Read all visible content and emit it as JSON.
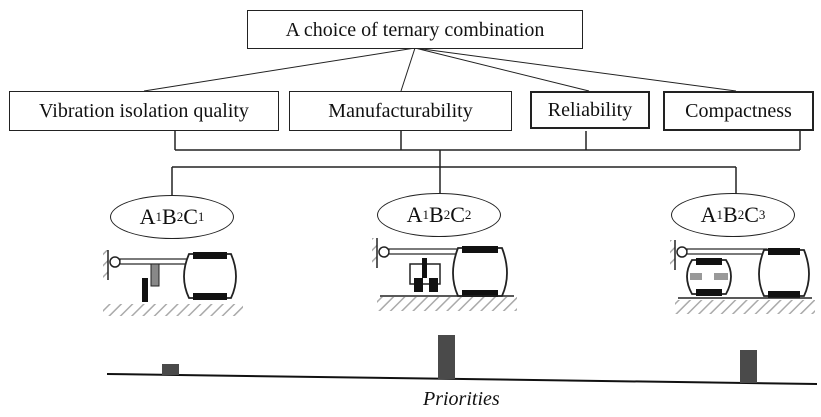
{
  "root": {
    "label": "A choice of ternary combination"
  },
  "criteria": [
    {
      "label": "Vibration isolation quality"
    },
    {
      "label": "Manufacturability"
    },
    {
      "label": "Reliability"
    },
    {
      "label": "Compactness"
    }
  ],
  "combinations": [
    {
      "A": "A",
      "a_sub": "1",
      "B": "B",
      "b_sub": "2",
      "C": "C",
      "c_sub": "1",
      "priority": 0.26
    },
    {
      "A": "A",
      "a_sub": "1",
      "B": "B",
      "b_sub": "2",
      "C": "C",
      "c_sub": "2",
      "priority": 1.0
    },
    {
      "A": "A",
      "a_sub": "1",
      "B": "B",
      "b_sub": "2",
      "C": "C",
      "c_sub": "3",
      "priority": 0.75
    }
  ],
  "axis": {
    "label": "Priorities"
  }
}
